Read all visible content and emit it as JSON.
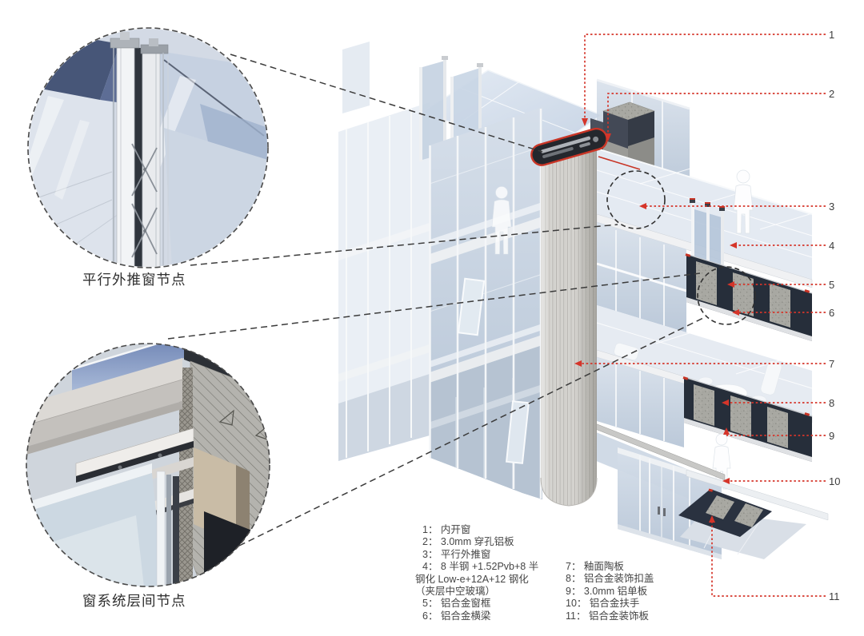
{
  "detail_callouts": [
    {
      "label": "平行外推窗节点"
    },
    {
      "label": "窗系统层间节点"
    }
  ],
  "markers": [
    "1",
    "2",
    "3",
    "4",
    "5",
    "6",
    "7",
    "8",
    "9",
    "10",
    "11"
  ],
  "legend": {
    "col1": [
      "1： 内开窗",
      "2： 3.0mm 穿孔铝板",
      "3： 平行外推窗",
      "4： 8 半钢 +1.52Pvb+8 半",
      "钢化 Low-e+12A+12 钢化",
      "（夹层中空玻璃）",
      "5： 铝合金窗框",
      "6： 铝合金横梁"
    ],
    "col2": [
      "7： 釉面陶板",
      "8： 铝合金装饰扣盖",
      "9： 3.0mm 铝单板",
      "10： 铝合金扶手",
      "11： 铝合金装饰板"
    ]
  },
  "colors": {
    "accent_red": "#d5352a",
    "dash_dark": "#3b3b3b",
    "glass_blue": "#c2d1e2",
    "terracotta_gray": "#d9d8d4"
  }
}
